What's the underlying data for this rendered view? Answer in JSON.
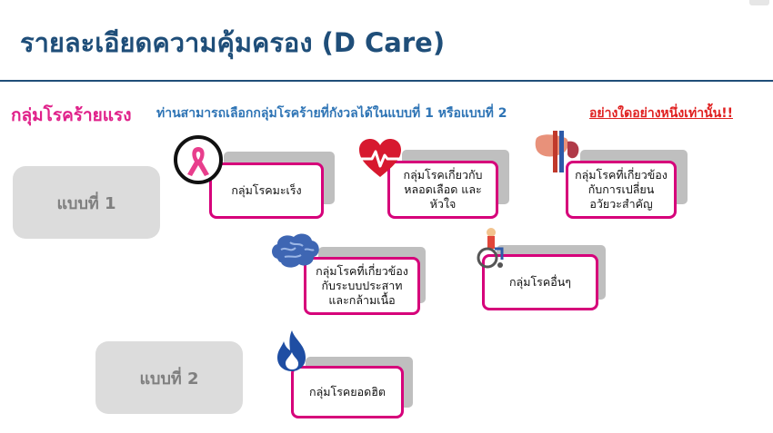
{
  "header": {
    "title": "รายละเอียดความคุ้มครอง (D Care)"
  },
  "subheader": {
    "heading": "กลุ่มโรคร้ายแรง",
    "text": "ท่านสามารถเลือกกลุ่มโรคร้ายที่กังวลได้ในแบบที่ 1 หรือแบบที่ 2",
    "emphasis": "อย่างใดอย่างหนึ่งเท่านั้น!!"
  },
  "plans": [
    {
      "label": "แบบที่ 1"
    },
    {
      "label": "แบบที่ 2"
    }
  ],
  "groups": [
    {
      "label": "กลุ่มโรคมะเร็ง",
      "icon": "pink-ribbon-icon"
    },
    {
      "label": "กลุ่มโรคเกี่ยวกับ หลอดเลือด และหัวใจ",
      "icon": "heartbeat-icon"
    },
    {
      "label": "กลุ่มโรคที่เกี่ยวข้องกับการเปลี่ยนอวัยวะสำคัญ",
      "icon": "organs-icon"
    },
    {
      "label": "กลุ่มโรคที่เกี่ยวข้องกับระบบประสาทและกล้ามเนื้อ",
      "icon": "brain-icon"
    },
    {
      "label": "กลุ่มโรคอื่นๆ",
      "icon": "wheelchair-icon"
    },
    {
      "label": "กลุ่มโรคยอดฮิต",
      "icon": "flame-icon"
    }
  ],
  "colors": {
    "title": "#1f4e79",
    "heading_pink": "#e0218a",
    "text_blue": "#2e74b5",
    "emphasis_red": "#e02020",
    "card_border": "#d6007a",
    "plan_box": "#dcdcdc"
  }
}
